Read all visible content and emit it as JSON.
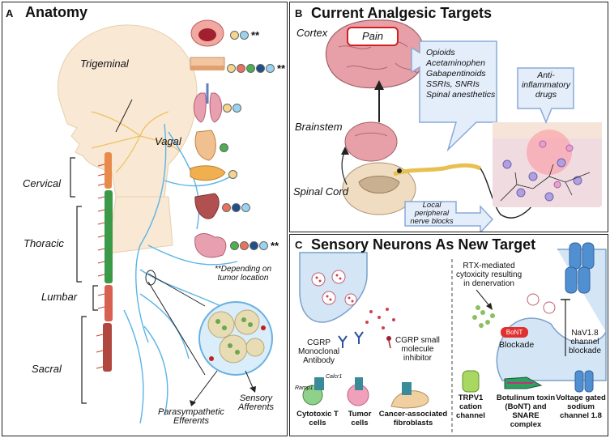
{
  "panelA": {
    "label": "A",
    "title": "Anatomy",
    "trigeminal": "Trigeminal",
    "vagal": "Vagal",
    "cervical": "Cervical",
    "thoracic": "Thoracic",
    "lumbar": "Lumbar",
    "sacral": "Sacral",
    "stars": "**",
    "footnote_line1": "**Depending on",
    "footnote_line2": "tumor location",
    "para_line1": "Parasympathetic",
    "para_line2": "Efferents",
    "sens_line1": "Sensory",
    "sens_line2": "Afferents",
    "organ_dots": [
      [
        "#f4d58d",
        "#9ad3f0"
      ],
      [
        "#f4d58d",
        "#e8735a",
        "#4caf50",
        "#1f4e8c",
        "#9ad3f0"
      ],
      [
        "#f4d58d",
        "#9ad3f0"
      ],
      [
        "#4caf50"
      ],
      [
        "#f4d58d"
      ],
      [
        "#e8735a",
        "#1f4e8c",
        "#9ad3f0"
      ],
      [
        "#4caf50",
        "#e8735a",
        "#1f4e8c",
        "#9ad3f0"
      ]
    ]
  },
  "panelB": {
    "label": "B",
    "title": "Current Analgesic Targets",
    "cortex": "Cortex",
    "pain": "Pain",
    "brainstem": "Brainstem",
    "spinal_cord": "Spinal Cord",
    "drugs": [
      "Opioids",
      "Acetaminophen",
      "Gabapentinoids",
      "SSRIs, SNRIs",
      "Spinal anesthetics"
    ],
    "anti_inflammatory": [
      "Anti-",
      "inflammatory",
      "drugs"
    ],
    "local_blocks": [
      "Local",
      "peripheral",
      "nerve blocks"
    ]
  },
  "panelC": {
    "label": "C",
    "title": "Sensory Neurons As New Target",
    "cgrp_mab": [
      "CGRP",
      "Monoclonal",
      "Antibody"
    ],
    "cgrp_small": [
      "CGRP small",
      "molecule",
      "inhibitor"
    ],
    "ramp1": "Ramp1",
    "calcr1": "Calcr1",
    "cytotoxic": [
      "Cytotoxic T",
      "cells"
    ],
    "tumor": [
      "Tumor",
      "cells"
    ],
    "caf": [
      "Cancer-associated",
      "fibroblasts"
    ],
    "rtx": [
      "RTX-mediated",
      "cytoxicity resulting",
      "in denervation"
    ],
    "bont": "BoNT",
    "blockade": "Blockade",
    "nav_block": [
      "NaV1.8",
      "channel",
      "blockade"
    ],
    "trpv1": [
      "TRPV1",
      "cation",
      "channel"
    ],
    "botulinum": [
      "Botulinum toxin",
      "(BoNT) and",
      "SNARE complex"
    ],
    "nav_channel": [
      "Voltage gated",
      "sodium",
      "channel 1.8"
    ]
  }
}
